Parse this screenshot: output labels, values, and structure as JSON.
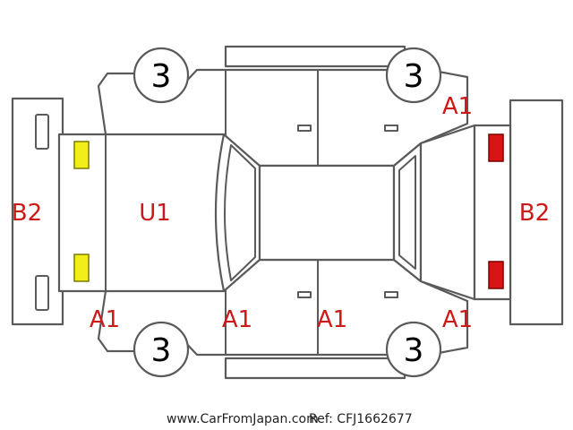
{
  "colors": {
    "code_text": "#cc1a1a",
    "yellow_lamp": "#f2ee1a",
    "red_lamp": "#d81414"
  },
  "tyres": [
    {
      "label": "3"
    },
    {
      "label": "3"
    },
    {
      "label": "3"
    },
    {
      "label": "3"
    }
  ],
  "codes": [
    "A1",
    "B2",
    "U1",
    "B2",
    "A1",
    "A1",
    "A1",
    "A1"
  ],
  "footer": {
    "site": "www.CarFromJapan.com",
    "ref": "Ref: CFJ1662677"
  }
}
